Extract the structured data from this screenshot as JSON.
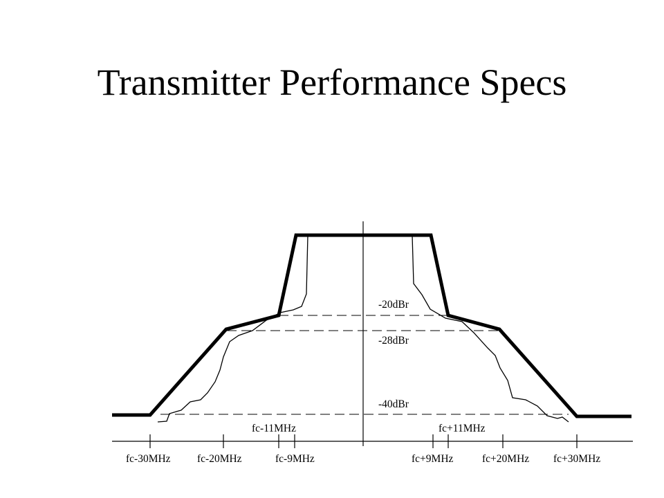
{
  "title": "Transmitter Performance Specs",
  "diagram": {
    "levels": [
      "-20dBr",
      "-28dBr",
      "-40dBr"
    ],
    "freq_labels_upper": [
      "fc-11MHz",
      "fc+11MHz"
    ],
    "freq_labels_lower": [
      "fc-30MHz",
      "fc-20MHz",
      "fc-9MHz",
      "fc+9MHz",
      "fc+20MHz",
      "fc+30MHz"
    ]
  }
}
